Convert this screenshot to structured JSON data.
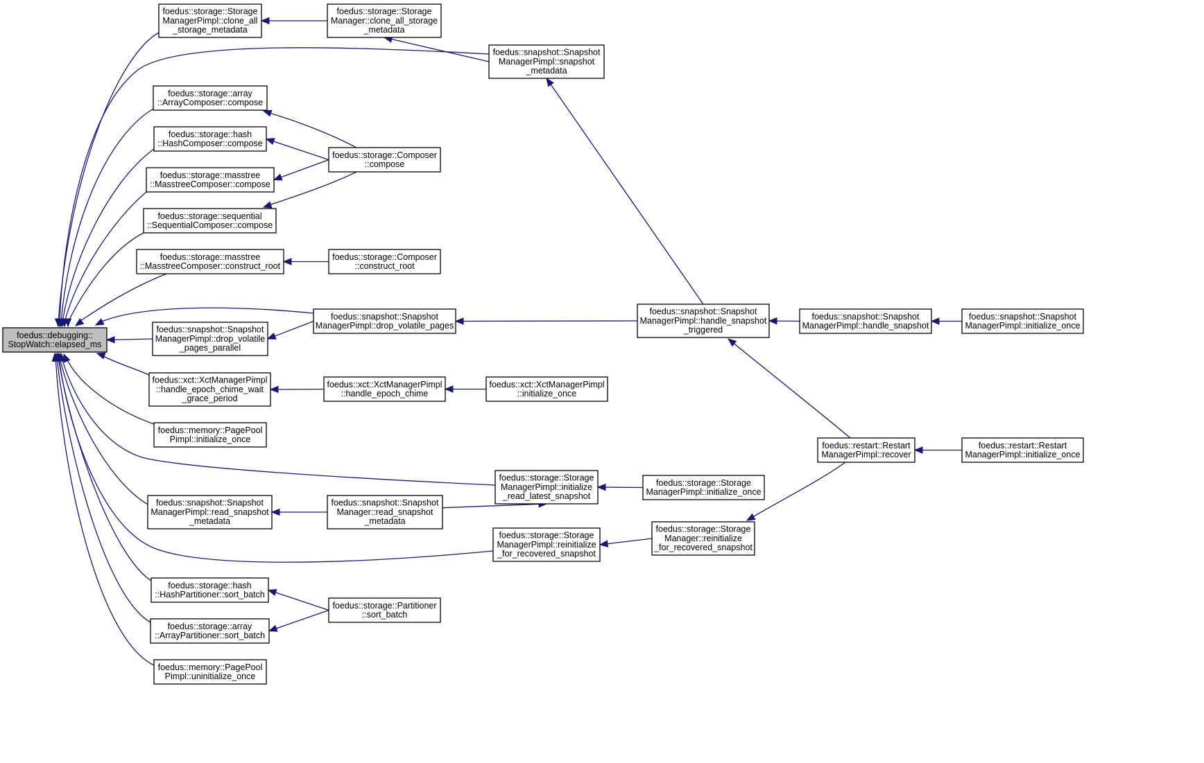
{
  "diagram": {
    "type": "call-graph",
    "colors": {
      "edge": "#191970",
      "root_fill": "#bfbfbf",
      "node_fill": "#ffffff",
      "node_border": "#000000"
    },
    "nodes": [
      {
        "id": "root",
        "lines": [
          "foedus::debugging::",
          "StopWatch::elapsed_ms"
        ],
        "root": true
      },
      {
        "id": "smp_clone",
        "lines": [
          "foedus::storage::Storage",
          "ManagerPimpl::clone_all",
          "_storage_metadata"
        ]
      },
      {
        "id": "sm_clone",
        "lines": [
          "foedus::storage::Storage",
          "Manager::clone_all_storage",
          "_metadata"
        ]
      },
      {
        "id": "snap_meta",
        "lines": [
          "foedus::snapshot::Snapshot",
          "ManagerPimpl::snapshot",
          "_metadata"
        ]
      },
      {
        "id": "array_compose",
        "lines": [
          "foedus::storage::array",
          "::ArrayComposer::compose"
        ]
      },
      {
        "id": "hash_compose",
        "lines": [
          "foedus::storage::hash",
          "::HashComposer::compose"
        ]
      },
      {
        "id": "mass_compose",
        "lines": [
          "foedus::storage::masstree",
          "::MasstreeComposer::compose"
        ]
      },
      {
        "id": "seq_compose",
        "lines": [
          "foedus::storage::sequential",
          "::SequentialComposer::compose"
        ]
      },
      {
        "id": "composer_compose",
        "lines": [
          "foedus::storage::Composer",
          "::compose"
        ]
      },
      {
        "id": "mass_root",
        "lines": [
          "foedus::storage::masstree",
          "::MasstreeComposer::construct_root"
        ]
      },
      {
        "id": "composer_root",
        "lines": [
          "foedus::storage::Composer",
          "::construct_root"
        ]
      },
      {
        "id": "drop_pages",
        "lines": [
          "foedus::snapshot::Snapshot",
          "ManagerPimpl::drop_volatile_pages"
        ]
      },
      {
        "id": "drop_parallel",
        "lines": [
          "foedus::snapshot::Snapshot",
          "ManagerPimpl::drop_volatile",
          "_pages_parallel"
        ]
      },
      {
        "id": "handle_trig",
        "lines": [
          "foedus::snapshot::Snapshot",
          "ManagerPimpl::handle_snapshot",
          "_triggered"
        ]
      },
      {
        "id": "handle_snap",
        "lines": [
          "foedus::snapshot::Snapshot",
          "ManagerPimpl::handle_snapshot"
        ]
      },
      {
        "id": "snap_init",
        "lines": [
          "foedus::snapshot::Snapshot",
          "ManagerPimpl::initialize_once"
        ]
      },
      {
        "id": "xct_wait",
        "lines": [
          "foedus::xct::XctManagerPimpl",
          "::handle_epoch_chime_wait",
          "_grace_period"
        ]
      },
      {
        "id": "xct_chime",
        "lines": [
          "foedus::xct::XctManagerPimpl",
          "::handle_epoch_chime"
        ]
      },
      {
        "id": "xct_init",
        "lines": [
          "foedus::xct::XctManagerPimpl",
          "::initialize_once"
        ]
      },
      {
        "id": "pool_init",
        "lines": [
          "foedus::memory::PagePool",
          "Pimpl::initialize_once"
        ]
      },
      {
        "id": "restart_recover",
        "lines": [
          "foedus::restart::Restart",
          "ManagerPimpl::recover"
        ]
      },
      {
        "id": "restart_init",
        "lines": [
          "foedus::restart::Restart",
          "ManagerPimpl::initialize_once"
        ]
      },
      {
        "id": "smp_init_latest",
        "lines": [
          "foedus::storage::Storage",
          "ManagerPimpl::initialize",
          "_read_latest_snapshot"
        ]
      },
      {
        "id": "smp_init_once",
        "lines": [
          "foedus::storage::Storage",
          "ManagerPimpl::initialize_once"
        ]
      },
      {
        "id": "smp_read_meta",
        "lines": [
          "foedus::snapshot::Snapshot",
          "ManagerPimpl::read_snapshot",
          "_metadata"
        ]
      },
      {
        "id": "sm_read_meta",
        "lines": [
          "foedus::snapshot::Snapshot",
          "Manager::read_snapshot",
          "_metadata"
        ]
      },
      {
        "id": "smp_reinit",
        "lines": [
          "foedus::storage::Storage",
          "ManagerPimpl::reinitialize",
          "_for_recovered_snapshot"
        ]
      },
      {
        "id": "sm_reinit",
        "lines": [
          "foedus::storage::Storage",
          "Manager::reinitialize",
          "_for_recovered_snapshot"
        ]
      },
      {
        "id": "hash_sort",
        "lines": [
          "foedus::storage::hash",
          "::HashPartitioner::sort_batch"
        ]
      },
      {
        "id": "array_sort",
        "lines": [
          "foedus::storage::array",
          "::ArrayPartitioner::sort_batch"
        ]
      },
      {
        "id": "part_sort",
        "lines": [
          "foedus::storage::Partitioner",
          "::sort_batch"
        ]
      },
      {
        "id": "pool_uninit",
        "lines": [
          "foedus::memory::PagePool",
          "Pimpl::uninitialize_once"
        ]
      }
    ],
    "edges": [
      {
        "from": "smp_clone",
        "to": "root"
      },
      {
        "from": "snap_meta",
        "to": "root"
      },
      {
        "from": "array_compose",
        "to": "root"
      },
      {
        "from": "hash_compose",
        "to": "root"
      },
      {
        "from": "mass_compose",
        "to": "root"
      },
      {
        "from": "seq_compose",
        "to": "root"
      },
      {
        "from": "mass_root",
        "to": "root"
      },
      {
        "from": "drop_pages",
        "to": "root"
      },
      {
        "from": "drop_parallel",
        "to": "root"
      },
      {
        "from": "xct_wait",
        "to": "root"
      },
      {
        "from": "pool_init",
        "to": "root"
      },
      {
        "from": "smp_init_latest",
        "to": "root"
      },
      {
        "from": "smp_read_meta",
        "to": "root"
      },
      {
        "from": "smp_reinit",
        "to": "root"
      },
      {
        "from": "hash_sort",
        "to": "root"
      },
      {
        "from": "array_sort",
        "to": "root"
      },
      {
        "from": "pool_uninit",
        "to": "root"
      },
      {
        "from": "sm_clone",
        "to": "smp_clone"
      },
      {
        "from": "snap_meta",
        "to": "sm_clone"
      },
      {
        "from": "handle_trig",
        "to": "snap_meta"
      },
      {
        "from": "composer_compose",
        "to": "array_compose"
      },
      {
        "from": "composer_compose",
        "to": "hash_compose"
      },
      {
        "from": "composer_compose",
        "to": "mass_compose"
      },
      {
        "from": "composer_compose",
        "to": "seq_compose"
      },
      {
        "from": "composer_root",
        "to": "mass_root"
      },
      {
        "from": "drop_pages",
        "to": "drop_parallel"
      },
      {
        "from": "handle_trig",
        "to": "drop_pages"
      },
      {
        "from": "handle_snap",
        "to": "handle_trig"
      },
      {
        "from": "restart_recover",
        "to": "handle_trig"
      },
      {
        "from": "snap_init",
        "to": "handle_snap"
      },
      {
        "from": "xct_chime",
        "to": "xct_wait"
      },
      {
        "from": "xct_init",
        "to": "xct_chime"
      },
      {
        "from": "restart_init",
        "to": "restart_recover"
      },
      {
        "from": "sm_reinit",
        "to": "restart_recover"
      },
      {
        "from": "smp_init_once",
        "to": "smp_init_latest"
      },
      {
        "from": "sm_read_meta",
        "to": "smp_init_latest"
      },
      {
        "from": "sm_read_meta",
        "to": "smp_read_meta"
      },
      {
        "from": "sm_reinit",
        "to": "smp_reinit"
      },
      {
        "from": "part_sort",
        "to": "hash_sort"
      },
      {
        "from": "part_sort",
        "to": "array_sort"
      }
    ]
  }
}
